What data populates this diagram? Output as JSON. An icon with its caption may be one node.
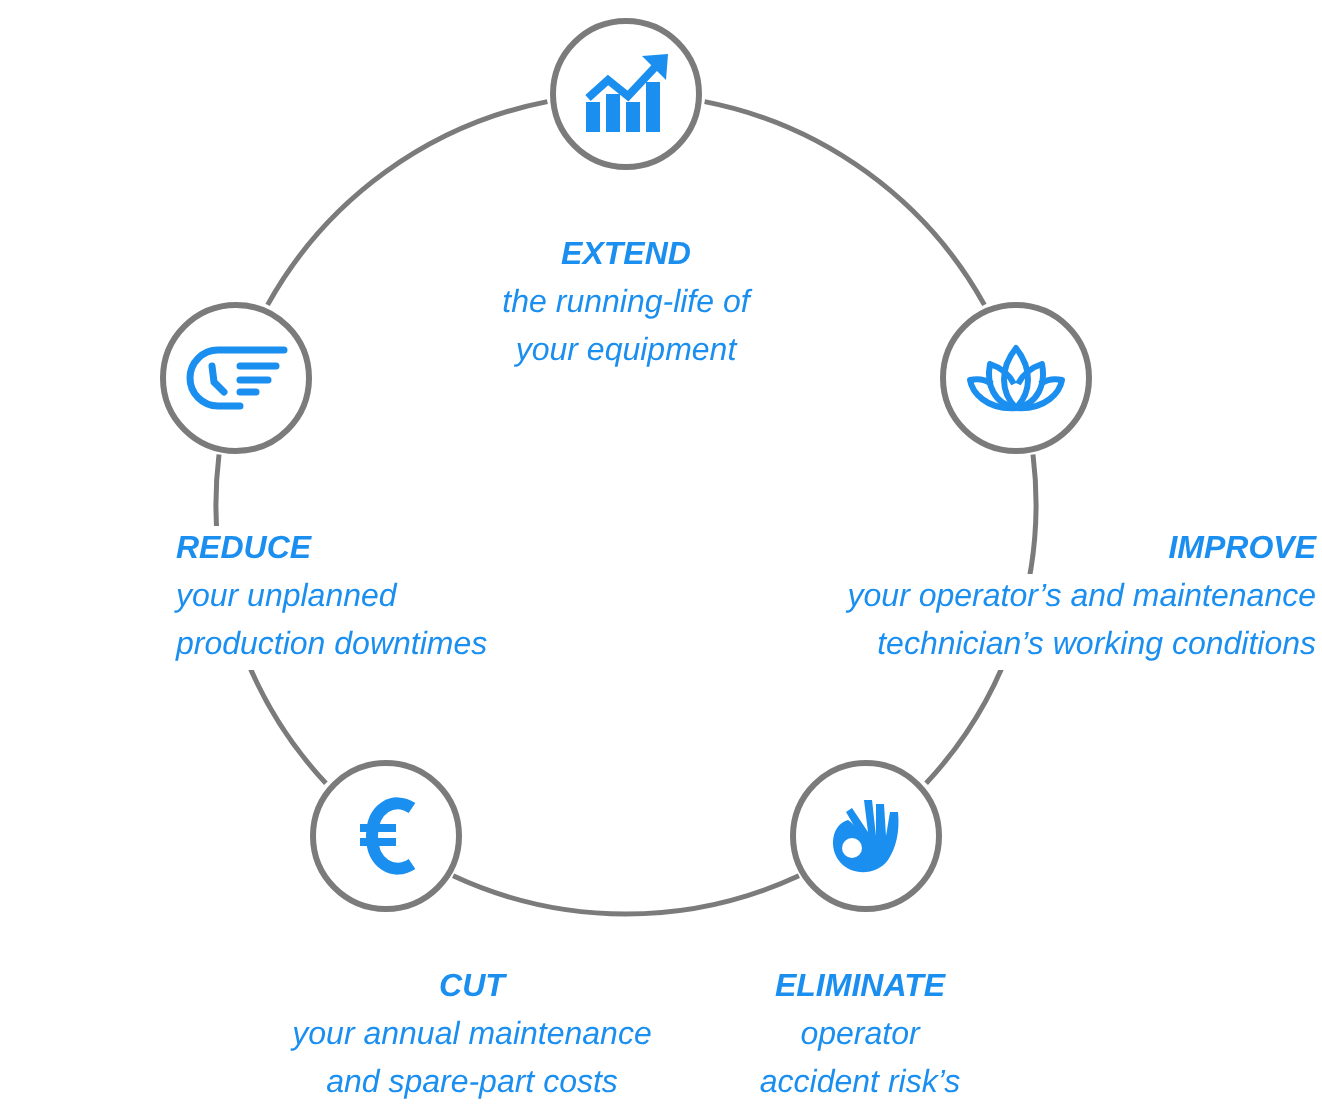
{
  "diagram": {
    "nodes": [
      {
        "text": [
          "EXTEND",
          "the running-life of your equipment"
        ]
      },
      {
        "text": [
          "IMPROVE",
          "your operator’s and maintenance technician’s working conditions"
        ]
      },
      {
        "text": [
          "ELIMINATE",
          "operator accident risk’s"
        ]
      },
      {
        "text": [
          "CUT",
          "your annual maintenance and spare-part costs"
        ]
      },
      {
        "text": [
          "REDUCE",
          "your unplanned production downtimes"
        ]
      }
    ],
    "edges": [
      {
        "from": 0,
        "to": 1,
        "arrow": "none"
      },
      {
        "from": 1,
        "to": 2,
        "arrow": "none"
      },
      {
        "from": 2,
        "to": 3,
        "arrow": "none"
      },
      {
        "from": 3,
        "to": 4,
        "arrow": "none"
      },
      {
        "from": 4,
        "to": 0,
        "arrow": "none"
      }
    ]
  }
}
